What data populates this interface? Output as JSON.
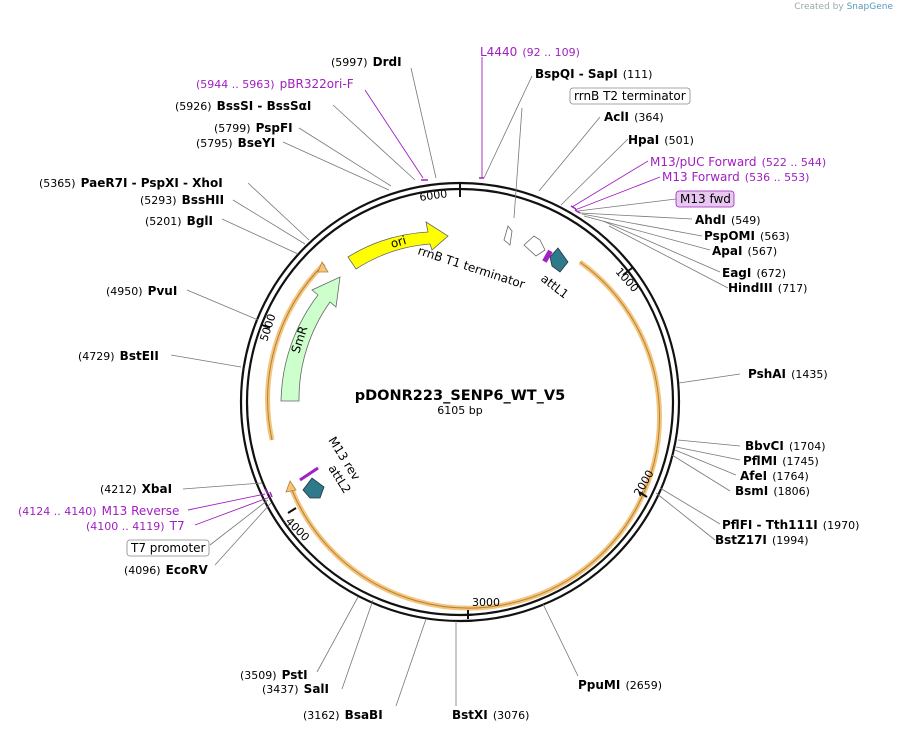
{
  "app": {
    "credit_prefix": "Created by",
    "credit_brand": "SnapGene"
  },
  "plasmid": {
    "name": "pDONR223_SENP6_WT_V5",
    "length_label": "6105 bp",
    "length": 6105
  },
  "ticks": [
    "1000",
    "2000",
    "3000",
    "4000",
    "5000",
    "6000"
  ],
  "features": {
    "ori": "ori",
    "smr": "SmR",
    "attl1": "attL1",
    "attl2": "attL2",
    "rrnb_t1": "rrnB T1 terminator",
    "rrnb_t2": "rrnB T2 terminator",
    "t7_promoter": "T7 promoter",
    "m13_rev": "M13 rev",
    "m13_fwd": "M13 fwd"
  },
  "primers": {
    "l4440": {
      "name": "L4440",
      "pos": "(92 .. 109)"
    },
    "pbr322": {
      "name": "pBR322ori-F",
      "pos": "(5944 .. 5963)"
    },
    "m13puc": {
      "name": "M13/pUC Forward",
      "pos": "(522 .. 544)"
    },
    "m13forward": {
      "name": "M13 Forward",
      "pos": "(536 .. 553)"
    },
    "m13reverse": {
      "name": "M13 Reverse",
      "pos": "(4124 .. 4140)"
    },
    "t7": {
      "name": "T7",
      "pos": "(4100 .. 4119)"
    }
  },
  "enzymes": {
    "drdi": {
      "name": "DrdI",
      "pos": "(5997)"
    },
    "bsssi": {
      "name": "BssSI",
      "name2": "BssSαI",
      "pos": "(5926)"
    },
    "pspfi": {
      "name": "PspFI",
      "pos": "(5799)"
    },
    "bseyi": {
      "name": "BseYI",
      "pos": "(5795)"
    },
    "paer7i": {
      "name": "PaeR7I",
      "name2": "PspXI",
      "name3": "XhoI",
      "pos": "(5365)"
    },
    "bsshii": {
      "name": "BssHII",
      "pos": "(5293)"
    },
    "bgli": {
      "name": "BglI",
      "pos": "(5201)"
    },
    "pvui": {
      "name": "PvuI",
      "pos": "(4950)"
    },
    "bsteii": {
      "name": "BstEII",
      "pos": "(4729)"
    },
    "xbai": {
      "name": "XbaI",
      "pos": "(4212)"
    },
    "ecorv": {
      "name": "EcoRV",
      "pos": "(4096)"
    },
    "psti": {
      "name": "PstI",
      "pos": "(3509)"
    },
    "sali": {
      "name": "SalI",
      "pos": "(3437)"
    },
    "bsabi": {
      "name": "BsaBI",
      "pos": "(3162)"
    },
    "bstxi": {
      "name": "BstXI",
      "pos": "(3076)"
    },
    "ppumi": {
      "name": "PpuMI",
      "pos": "(2659)"
    },
    "bspqi": {
      "name": "BspQI",
      "name2": "SapI",
      "pos": "(111)"
    },
    "acli": {
      "name": "AclI",
      "pos": "(364)"
    },
    "hpai": {
      "name": "HpaI",
      "pos": "(501)"
    },
    "ahdi": {
      "name": "AhdI",
      "pos": "(549)"
    },
    "pspomi": {
      "name": "PspOMI",
      "pos": "(563)"
    },
    "apai": {
      "name": "ApaI",
      "pos": "(567)"
    },
    "eagi": {
      "name": "EagI",
      "pos": "(672)"
    },
    "hindiii": {
      "name": "HindIII",
      "pos": "(717)"
    },
    "pshai": {
      "name": "PshAI",
      "pos": "(1435)"
    },
    "bbvci": {
      "name": "BbvCI",
      "pos": "(1704)"
    },
    "pflmi": {
      "name": "PflMI",
      "pos": "(1745)"
    },
    "afei": {
      "name": "AfeI",
      "pos": "(1764)"
    },
    "bsmi": {
      "name": "BsmI",
      "pos": "(1806)"
    },
    "pflfi": {
      "name": "PflFI",
      "name2": "Tth111I",
      "pos": "(1970)"
    },
    "bstz17i": {
      "name": "BstZ17I",
      "pos": "(1994)"
    }
  },
  "colors": {
    "ori": "#ffff00",
    "smr": "#ccffcc",
    "att": "#2f7a8a",
    "primer": "#a020c0",
    "insert_band": "#f5c57a"
  }
}
